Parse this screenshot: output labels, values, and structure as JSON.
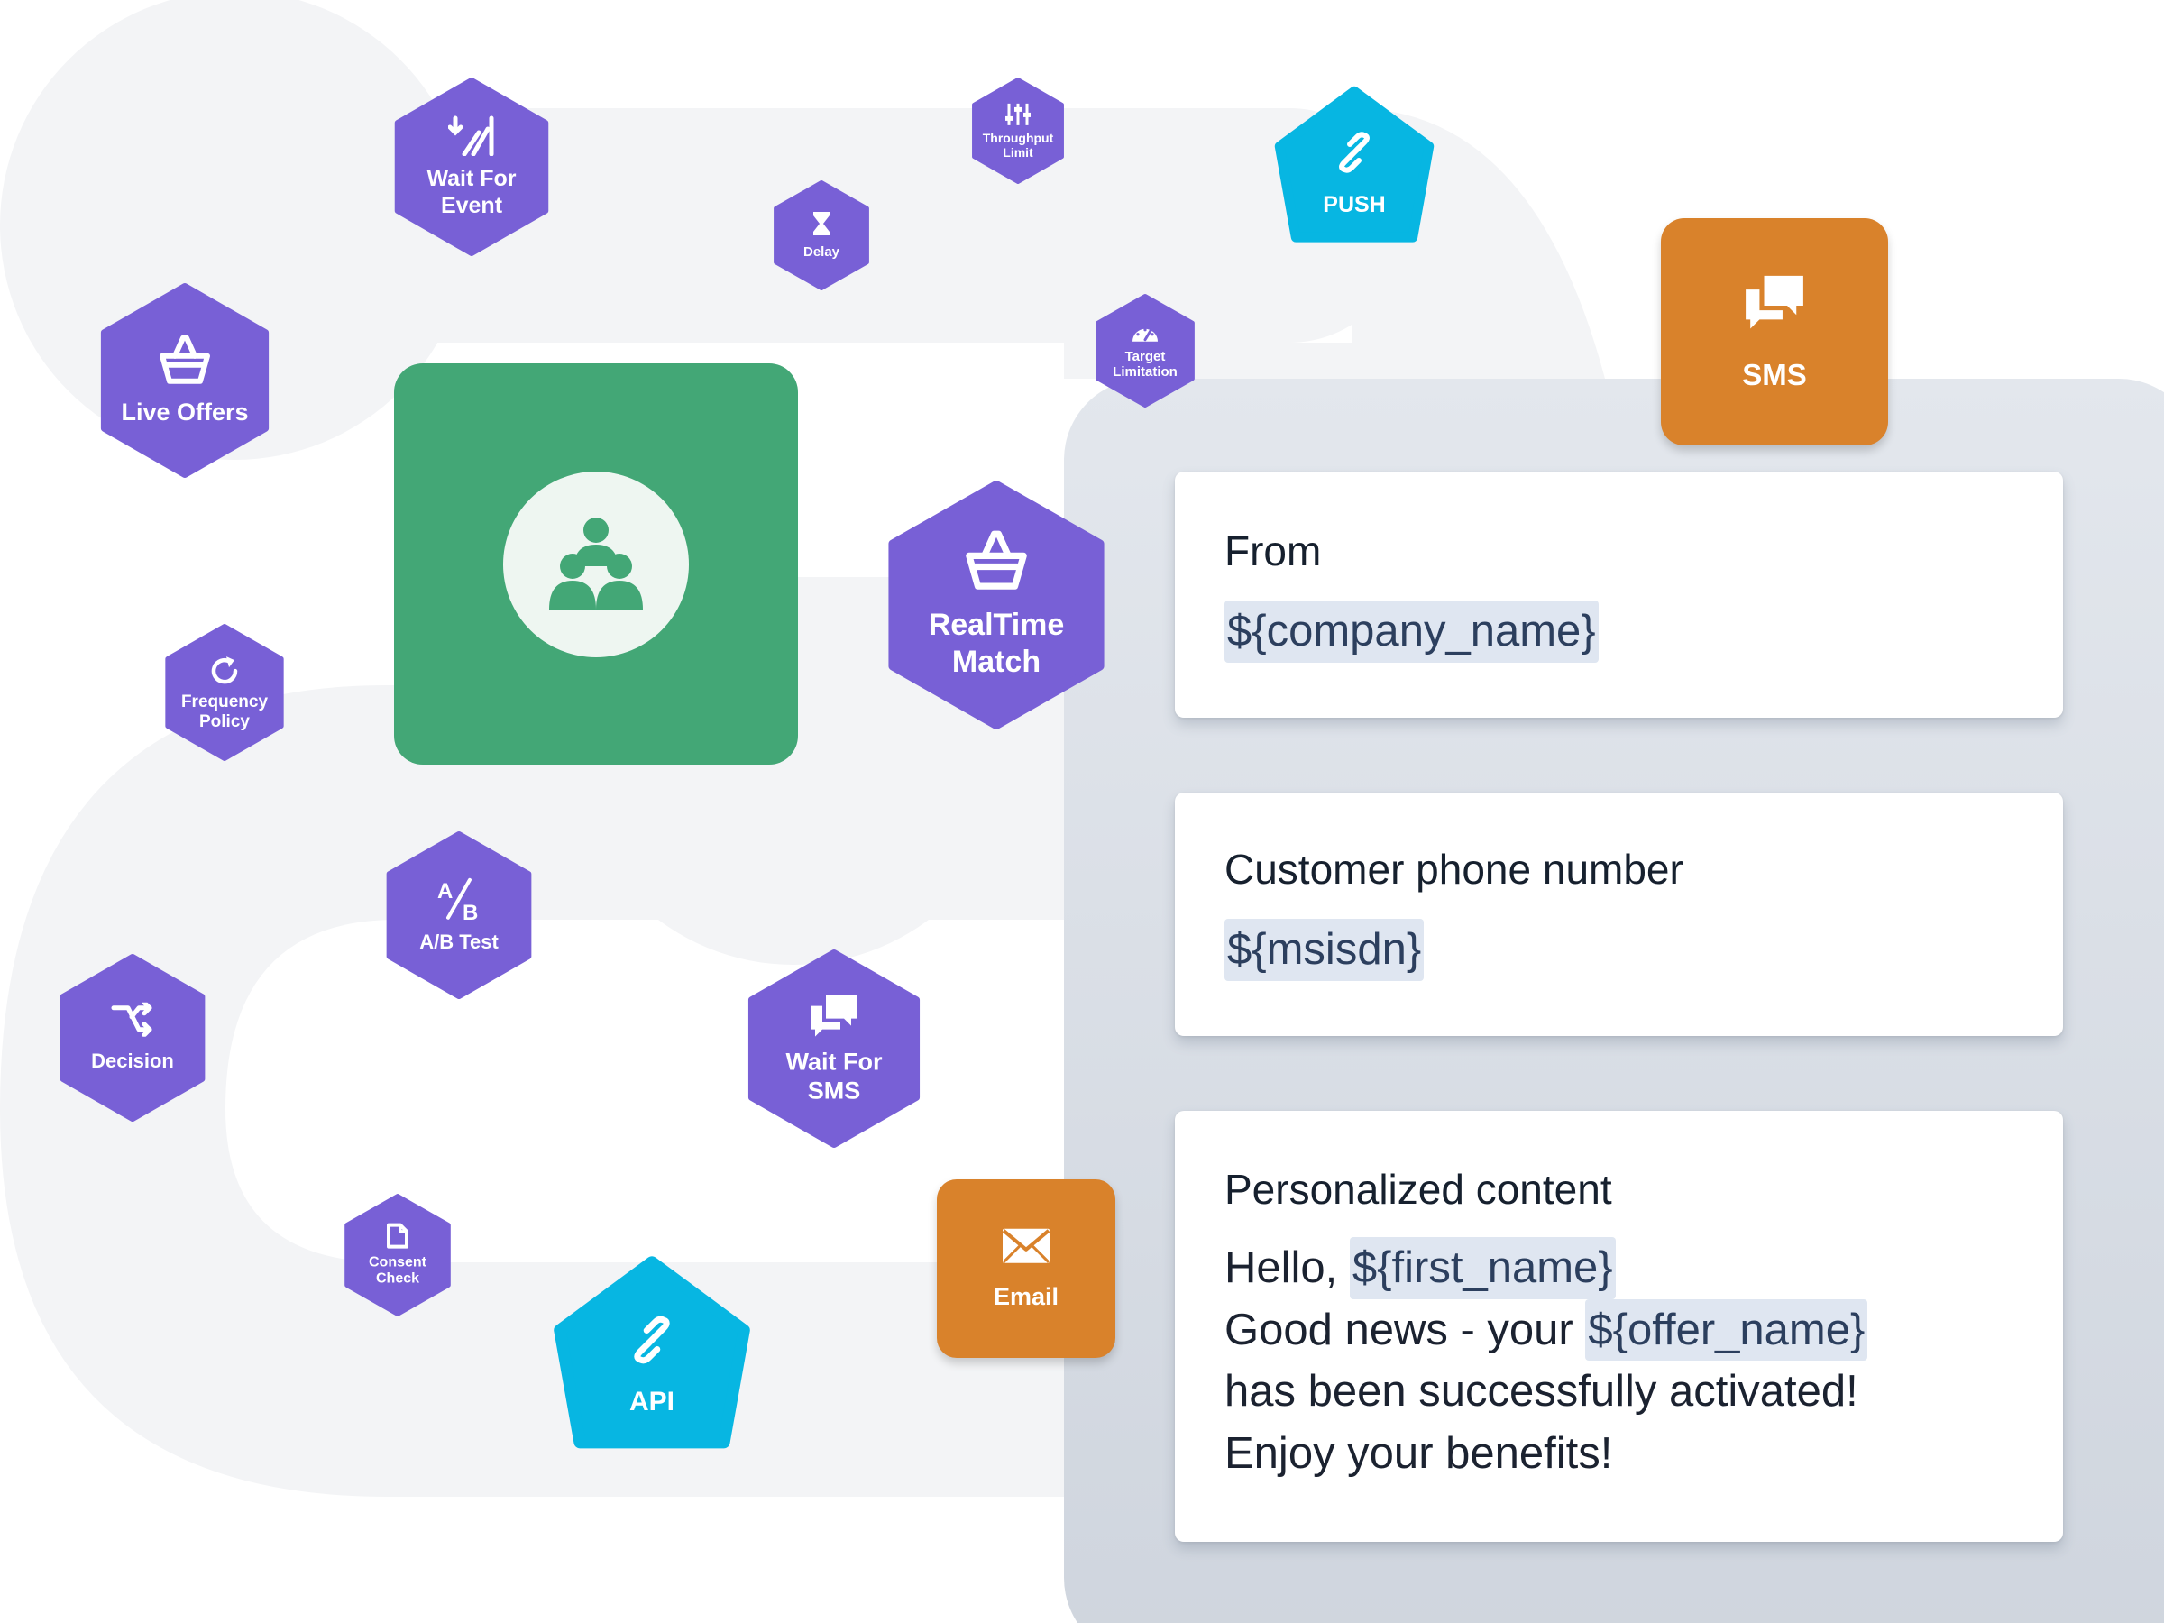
{
  "colors": {
    "purple": "#7860d6",
    "cyan": "#07b6e2",
    "orange": "#d9822b",
    "green": "#43a776",
    "background_path": "#f3f4f6",
    "panel": "#dde2e9",
    "variable_chip": "#dfe6f1"
  },
  "nodes": {
    "wait_for_event": {
      "label": "Wait For\nEvent",
      "icon": "wait-for-event-icon"
    },
    "live_offers": {
      "label": "Live Offers",
      "icon": "basket-icon"
    },
    "delay": {
      "label": "Delay",
      "icon": "hourglass-icon"
    },
    "throughput_limit": {
      "label": "Throughput\nLimit",
      "icon": "sliders-icon"
    },
    "push": {
      "label": "PUSH",
      "icon": "link-icon"
    },
    "target_limitation": {
      "label": "Target\nLimitation",
      "icon": "gauge-icon"
    },
    "realtime_match": {
      "label": "RealTime\nMatch",
      "icon": "basket-icon"
    },
    "frequency_policy": {
      "label": "Frequency\nPolicy",
      "icon": "refresh-icon"
    },
    "ab_test": {
      "label": "A/B Test",
      "icon": "ab-icon"
    },
    "decision": {
      "label": "Decision",
      "icon": "split-arrow-icon"
    },
    "wait_for_sms": {
      "label": "Wait For\nSMS",
      "icon": "chat-bubbles-icon"
    },
    "consent_check": {
      "label": "Consent\nCheck",
      "icon": "document-icon"
    },
    "api": {
      "label": "API",
      "icon": "link-icon"
    },
    "audience": {
      "icon": "users-group-icon"
    }
  },
  "channels": {
    "sms": {
      "label": "SMS",
      "icon": "chat-bubbles-icon"
    },
    "email": {
      "label": "Email",
      "icon": "envelope-icon"
    }
  },
  "sms_form": {
    "from": {
      "label": "From",
      "value": "${company_name}"
    },
    "phone": {
      "label": "Customer phone number",
      "value": "${msisdn}"
    },
    "content": {
      "label": "Personalized content",
      "line1_prefix": "Hello, ",
      "line1_var": "${first_name}",
      "line2_prefix": "Good news - your ",
      "line2_var": "${offer_name}",
      "line3": "has been successfully activated!",
      "line4": "Enjoy your benefits!"
    }
  }
}
